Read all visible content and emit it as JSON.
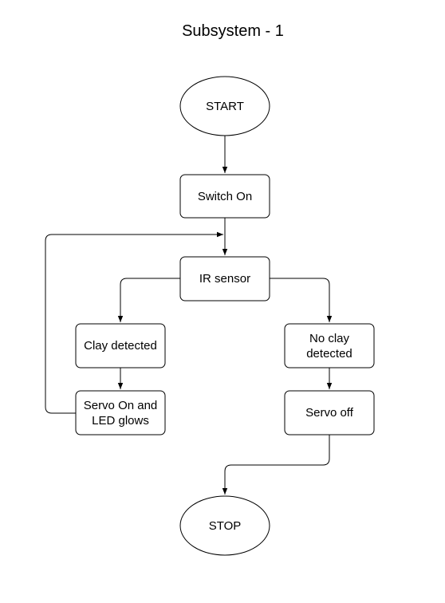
{
  "title": "Subsystem - 1",
  "nodes": {
    "start": "START",
    "switch_on": "Switch On",
    "ir_sensor": "IR sensor",
    "clay_detected": "Clay detected",
    "no_clay_detected": "No clay detected",
    "servo_on": "Servo On and LED glows",
    "servo_off": "Servo off",
    "stop": "STOP"
  },
  "colors": {
    "stroke": "#000000",
    "fill": "#ffffff"
  }
}
